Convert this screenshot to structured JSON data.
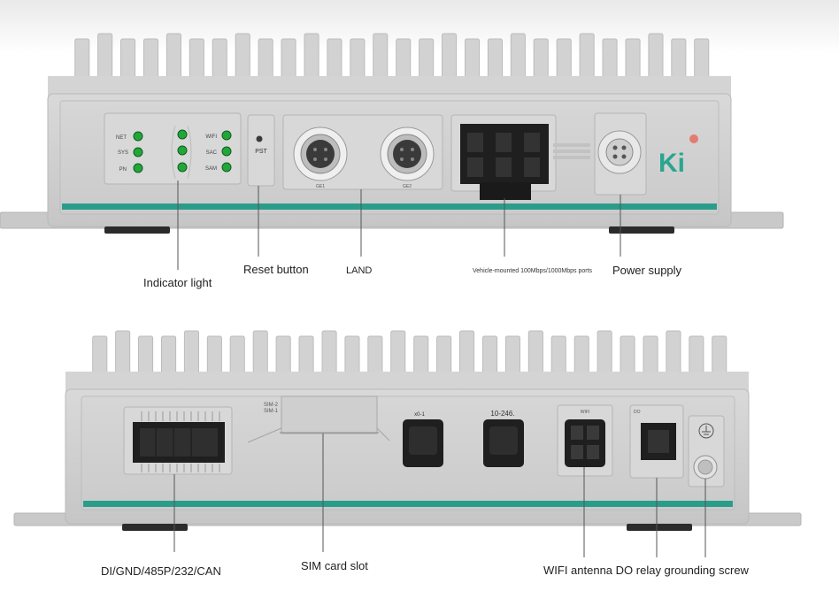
{
  "top_unit": {
    "indicators": {
      "left": [
        "NET",
        "SYS",
        "PN"
      ],
      "right": [
        "WIFI",
        "SAC",
        "SAM"
      ],
      "led_color": "#22a63a"
    },
    "reset_label": "PST",
    "lan_port_labels": [
      "GE1",
      "GE2"
    ],
    "logo_text": "Ki",
    "logo_color": "#2aa58f",
    "accent_color": "#2a9d8a"
  },
  "bottom_unit": {
    "sim_labels": [
      "SIM-2",
      "SIM-1"
    ],
    "antenna_labels": [
      "x0-1",
      "10-246.",
      "WIFI"
    ],
    "relay_label": "DO"
  },
  "callouts": {
    "indicator_light": "Indicator light",
    "reset_button": "Reset button",
    "land": "LAND",
    "vehicle_ports": "Vehicle-mounted 100Mbps/1000Mbps ports",
    "power_supply": "Power supply",
    "di_gnd": "DI/GND/485P/232/CAN",
    "sim_slot": "SIM card slot",
    "wifi_do_ground": "WIFI antenna DO relay grounding screw"
  }
}
